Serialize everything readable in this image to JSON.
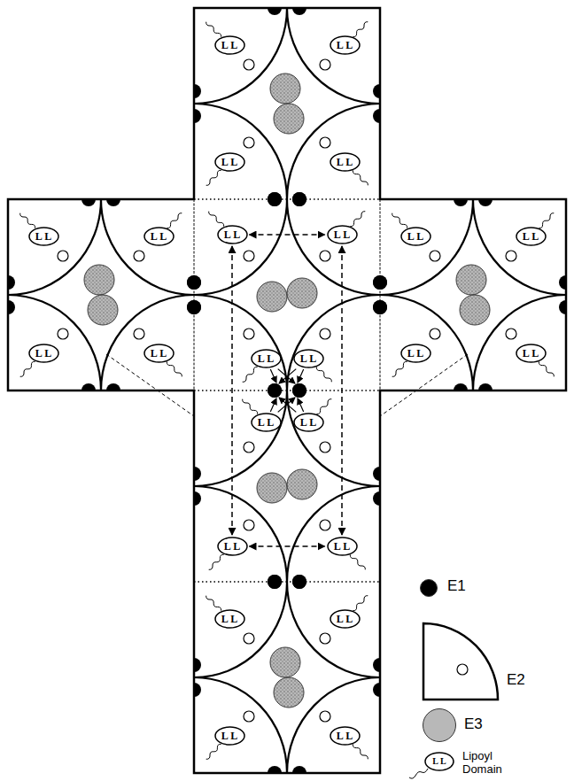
{
  "diagram": {
    "nodes": [
      {
        "text": [
          "L L"
        ]
      },
      {
        "text": [
          "L L"
        ]
      },
      {
        "text": [
          "L L"
        ]
      },
      {
        "text": [
          "L L"
        ]
      },
      {
        "text": [
          "L L"
        ]
      },
      {
        "text": [
          "L L"
        ]
      },
      {
        "text": [
          "L L"
        ]
      },
      {
        "text": [
          "L L"
        ]
      },
      {
        "text": [
          "L L"
        ]
      },
      {
        "text": [
          "L L"
        ]
      },
      {
        "text": [
          "L L"
        ]
      },
      {
        "text": [
          "L L"
        ]
      },
      {
        "text": [
          "L L"
        ]
      },
      {
        "text": [
          "L L"
        ]
      },
      {
        "text": [
          "L L"
        ]
      },
      {
        "text": [
          "L L"
        ]
      },
      {
        "text": [
          "L L"
        ]
      },
      {
        "text": [
          "L L"
        ]
      },
      {
        "text": [
          "L L"
        ]
      },
      {
        "text": [
          "L L"
        ]
      },
      {
        "text": [
          "L L"
        ]
      },
      {
        "text": [
          "L L"
        ]
      },
      {
        "text": [
          "L L"
        ]
      },
      {
        "text": [
          "L L"
        ]
      }
    ],
    "edges": [
      {
        "from": 8,
        "to": 9,
        "arrow": "both"
      },
      {
        "from": 8,
        "to": 18,
        "arrow": "both"
      },
      {
        "from": 9,
        "to": 19,
        "arrow": "both"
      },
      {
        "from": 18,
        "to": 19,
        "arrow": "both"
      }
    ],
    "labels": [
      "L L"
    ],
    "legend": [
      {
        "text": "E1",
        "color": "#000000"
      },
      {
        "text": "E2"
      },
      {
        "text": "E3",
        "color": "#b8b8b8"
      },
      {
        "text": "Lipoyl Domain"
      }
    ]
  }
}
